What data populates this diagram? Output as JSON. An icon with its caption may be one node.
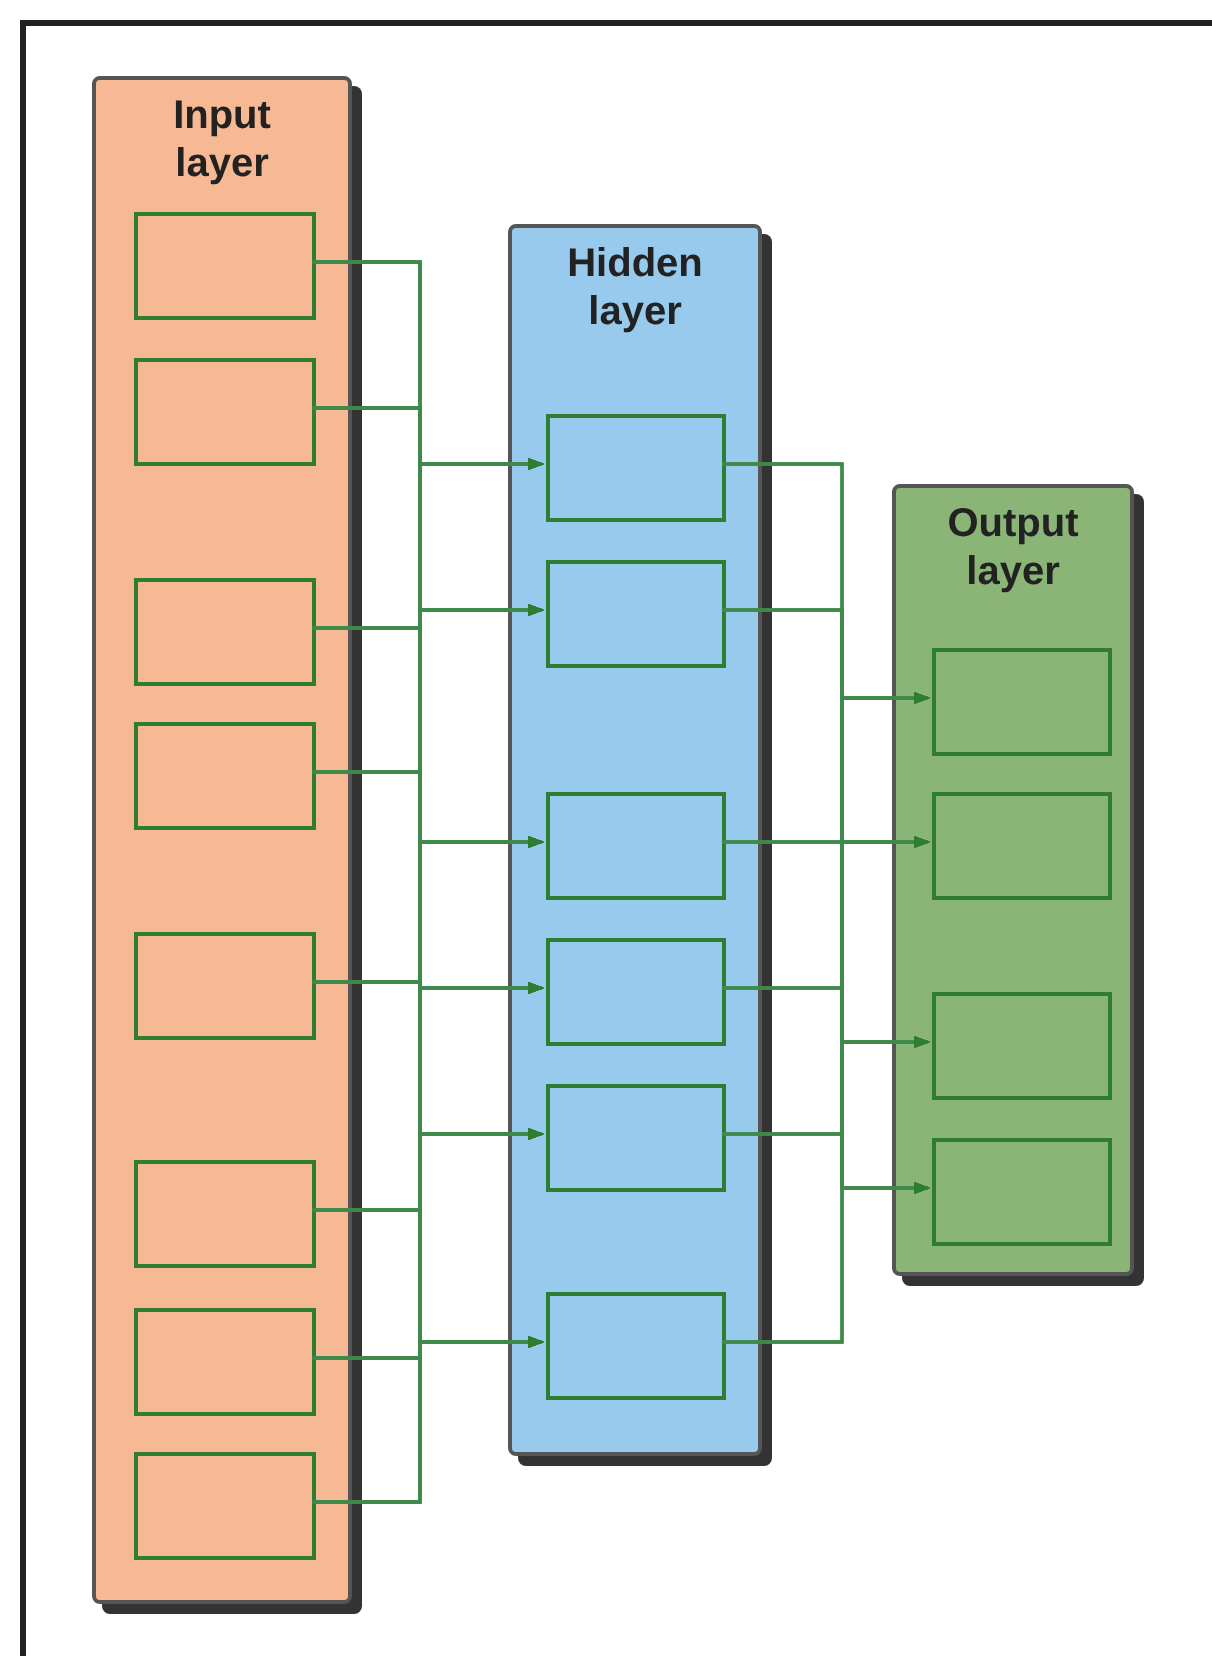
{
  "diagram": {
    "nodes": [
      {
        "text": [
          "Input layer"
        ]
      },
      {
        "text": [],
        "shape": "box",
        "in": 0
      },
      {
        "text": [],
        "shape": "box",
        "in": 0
      },
      {
        "text": [],
        "shape": "box",
        "in": 0
      },
      {
        "text": [],
        "shape": "box",
        "in": 0
      },
      {
        "text": [],
        "shape": "box",
        "in": 0
      },
      {
        "text": [],
        "shape": "box",
        "in": 0
      },
      {
        "text": [],
        "shape": "box",
        "in": 0
      },
      {
        "text": [],
        "shape": "box",
        "in": 0
      },
      {
        "text": [
          "Hidden layer"
        ]
      },
      {
        "text": [],
        "shape": "box",
        "in": 9
      },
      {
        "text": [],
        "shape": "box",
        "in": 9
      },
      {
        "text": [],
        "shape": "box",
        "in": 9
      },
      {
        "text": [],
        "shape": "box",
        "in": 9
      },
      {
        "text": [],
        "shape": "box",
        "in": 9
      },
      {
        "text": [],
        "shape": "box",
        "in": 9
      },
      {
        "text": [
          "Output layer"
        ]
      },
      {
        "text": [],
        "shape": "box",
        "in": 16
      },
      {
        "text": [],
        "shape": "box",
        "in": 16
      },
      {
        "text": [],
        "shape": "box",
        "in": 16
      },
      {
        "text": [],
        "shape": "box",
        "in": 16
      }
    ],
    "edges": [
      {
        "from": 1,
        "to": 10,
        "arrow": "to"
      },
      {
        "from": 1,
        "to": 11,
        "arrow": "to"
      },
      {
        "from": 1,
        "to": 12,
        "arrow": "to"
      },
      {
        "from": 1,
        "to": 13,
        "arrow": "to"
      },
      {
        "from": 1,
        "to": 14,
        "arrow": "to"
      },
      {
        "from": 1,
        "to": 15,
        "arrow": "to"
      },
      {
        "from": 2,
        "to": 10,
        "arrow": "to"
      },
      {
        "from": 2,
        "to": 11,
        "arrow": "to"
      },
      {
        "from": 2,
        "to": 12,
        "arrow": "to"
      },
      {
        "from": 2,
        "to": 13,
        "arrow": "to"
      },
      {
        "from": 2,
        "to": 14,
        "arrow": "to"
      },
      {
        "from": 2,
        "to": 15,
        "arrow": "to"
      },
      {
        "from": 3,
        "to": 10,
        "arrow": "to"
      },
      {
        "from": 3,
        "to": 11,
        "arrow": "to"
      },
      {
        "from": 3,
        "to": 12,
        "arrow": "to"
      },
      {
        "from": 3,
        "to": 13,
        "arrow": "to"
      },
      {
        "from": 3,
        "to": 14,
        "arrow": "to"
      },
      {
        "from": 3,
        "to": 15,
        "arrow": "to"
      },
      {
        "from": 4,
        "to": 10,
        "arrow": "to"
      },
      {
        "from": 4,
        "to": 11,
        "arrow": "to"
      },
      {
        "from": 4,
        "to": 12,
        "arrow": "to"
      },
      {
        "from": 4,
        "to": 13,
        "arrow": "to"
      },
      {
        "from": 4,
        "to": 14,
        "arrow": "to"
      },
      {
        "from": 4,
        "to": 15,
        "arrow": "to"
      },
      {
        "from": 5,
        "to": 10,
        "arrow": "to"
      },
      {
        "from": 5,
        "to": 11,
        "arrow": "to"
      },
      {
        "from": 5,
        "to": 12,
        "arrow": "to"
      },
      {
        "from": 5,
        "to": 13,
        "arrow": "to"
      },
      {
        "from": 5,
        "to": 14,
        "arrow": "to"
      },
      {
        "from": 5,
        "to": 15,
        "arrow": "to"
      },
      {
        "from": 6,
        "to": 10,
        "arrow": "to"
      },
      {
        "from": 6,
        "to": 11,
        "arrow": "to"
      },
      {
        "from": 6,
        "to": 12,
        "arrow": "to"
      },
      {
        "from": 6,
        "to": 13,
        "arrow": "to"
      },
      {
        "from": 6,
        "to": 14,
        "arrow": "to"
      },
      {
        "from": 6,
        "to": 15,
        "arrow": "to"
      },
      {
        "from": 7,
        "to": 10,
        "arrow": "to"
      },
      {
        "from": 7,
        "to": 11,
        "arrow": "to"
      },
      {
        "from": 7,
        "to": 12,
        "arrow": "to"
      },
      {
        "from": 7,
        "to": 13,
        "arrow": "to"
      },
      {
        "from": 7,
        "to": 14,
        "arrow": "to"
      },
      {
        "from": 7,
        "to": 15,
        "arrow": "to"
      },
      {
        "from": 8,
        "to": 10,
        "arrow": "to"
      },
      {
        "from": 8,
        "to": 11,
        "arrow": "to"
      },
      {
        "from": 8,
        "to": 12,
        "arrow": "to"
      },
      {
        "from": 8,
        "to": 13,
        "arrow": "to"
      },
      {
        "from": 8,
        "to": 14,
        "arrow": "to"
      },
      {
        "from": 8,
        "to": 15,
        "arrow": "to"
      },
      {
        "from": 10,
        "to": 17,
        "arrow": "to"
      },
      {
        "from": 10,
        "to": 18,
        "arrow": "to"
      },
      {
        "from": 10,
        "to": 19,
        "arrow": "to"
      },
      {
        "from": 10,
        "to": 20,
        "arrow": "to"
      },
      {
        "from": 11,
        "to": 17,
        "arrow": "to"
      },
      {
        "from": 11,
        "to": 18,
        "arrow": "to"
      },
      {
        "from": 11,
        "to": 19,
        "arrow": "to"
      },
      {
        "from": 11,
        "to": 20,
        "arrow": "to"
      },
      {
        "from": 12,
        "to": 17,
        "arrow": "to"
      },
      {
        "from": 12,
        "to": 18,
        "arrow": "to"
      },
      {
        "from": 12,
        "to": 19,
        "arrow": "to"
      },
      {
        "from": 12,
        "to": 20,
        "arrow": "to"
      },
      {
        "from": 13,
        "to": 17,
        "arrow": "to"
      },
      {
        "from": 13,
        "to": 18,
        "arrow": "to"
      },
      {
        "from": 13,
        "to": 19,
        "arrow": "to"
      },
      {
        "from": 13,
        "to": 20,
        "arrow": "to"
      },
      {
        "from": 14,
        "to": 17,
        "arrow": "to"
      },
      {
        "from": 14,
        "to": 18,
        "arrow": "to"
      },
      {
        "from": 14,
        "to": 19,
        "arrow": "to"
      },
      {
        "from": 14,
        "to": 20,
        "arrow": "to"
      },
      {
        "from": 15,
        "to": 17,
        "arrow": "to"
      },
      {
        "from": 15,
        "to": 18,
        "arrow": "to"
      },
      {
        "from": 15,
        "to": 19,
        "arrow": "to"
      },
      {
        "from": 15,
        "to": 20,
        "arrow": "to"
      }
    ]
  }
}
